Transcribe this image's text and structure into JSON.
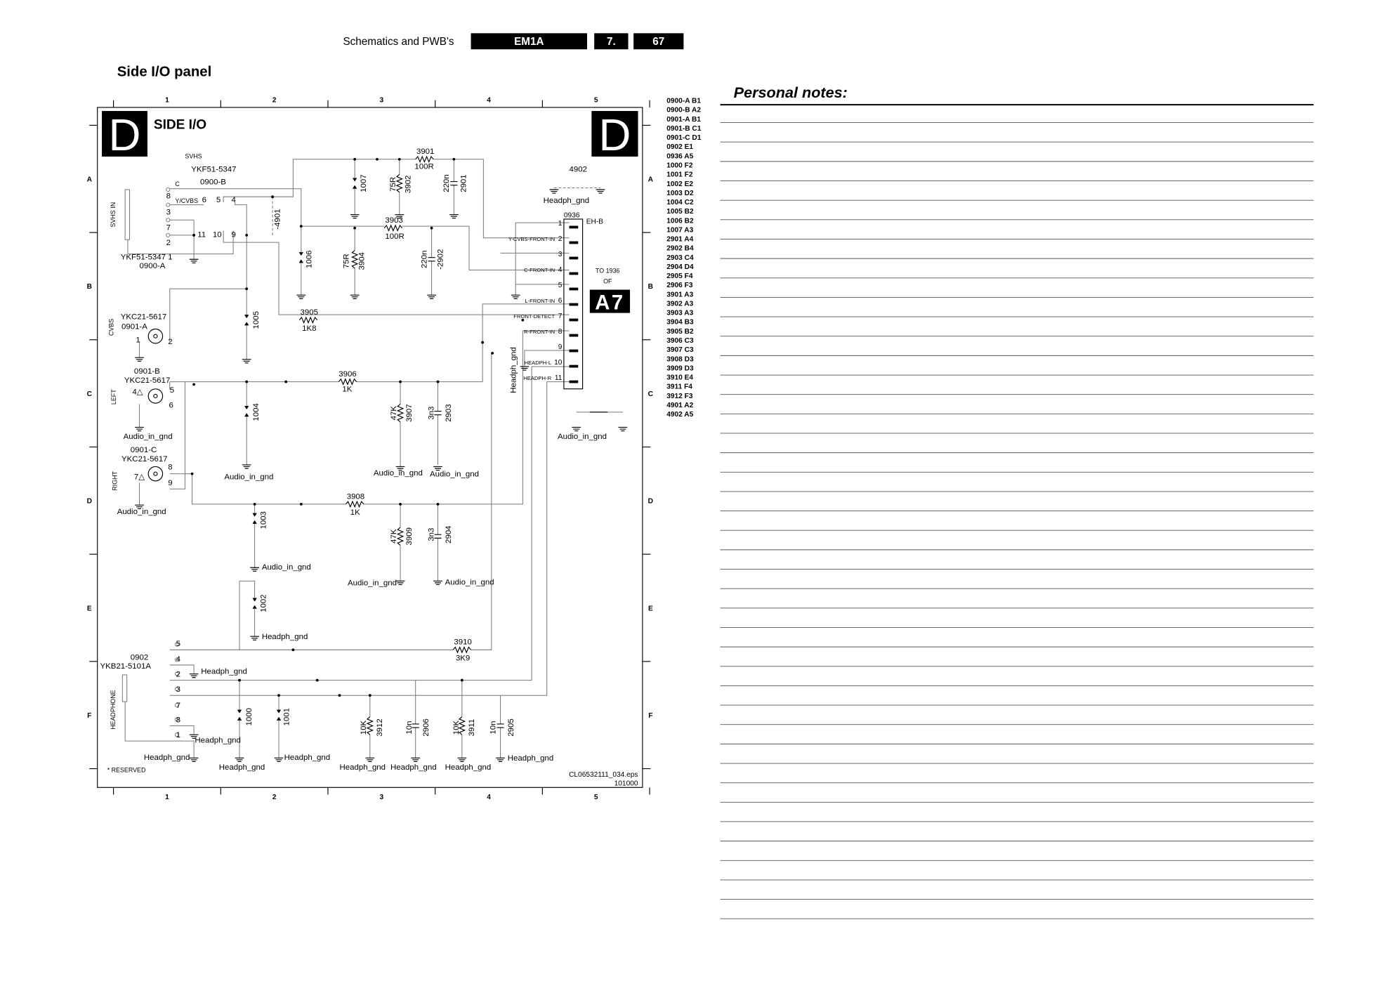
{
  "header": {
    "section": "Schematics and PWB's",
    "model": "EM1A",
    "chapter": "7.",
    "page": "67"
  },
  "page_title": "Side I/O panel",
  "grid": {
    "columns": [
      "1",
      "2",
      "3",
      "4",
      "5"
    ],
    "rows": [
      "A",
      "B",
      "C",
      "D",
      "E",
      "F"
    ]
  },
  "schematic": {
    "badge": "D",
    "title": "SIDE I/O",
    "target_badge": "A7",
    "to": "TO  1936",
    "of": "OF",
    "file": "CL06532111_034.eps",
    "date": "101000",
    "reserved": "* RESERVED",
    "connector": {
      "ref": "0936",
      "type": "EH-B",
      "pins": [
        {
          "n": "1",
          "label": ""
        },
        {
          "n": "2",
          "label": "Y-CVBS-FRONT-IN"
        },
        {
          "n": "3",
          "label": ""
        },
        {
          "n": "4",
          "label": "C-FRONT-IN"
        },
        {
          "n": "5",
          "label": ""
        },
        {
          "n": "6",
          "label": "L-FRONT-IN"
        },
        {
          "n": "7",
          "label": "FRONT-DETECT"
        },
        {
          "n": "8",
          "label": "R-FRONT-IN"
        },
        {
          "n": "9",
          "label": ""
        },
        {
          "n": "10",
          "label": "HEADPH-L"
        },
        {
          "n": "11",
          "label": "HEADPH-R"
        }
      ]
    },
    "labels": {
      "svhs": "SVHS",
      "ykf51": "YKF51-5347",
      "j0900b": "0900-B",
      "pin_c": "C",
      "ycvbs": "Y/CVBS",
      "ykf51_1": "YKF51-5347  1",
      "j0900a": "0900-A",
      "svhs_in": "SVHS IN",
      "r4901": "-4901",
      "n1": "1",
      "n2": "2",
      "n3": "3",
      "n4": "4",
      "n4tri": "4△",
      "n5": "5",
      "n6": "6",
      "n7": "7",
      "n7tri": "7△",
      "n8": "8",
      "n9": "9",
      "n10": "10",
      "n11": "11",
      "c1000": "1000",
      "c1001": "1001",
      "c1002": "1002",
      "c1003": "1003",
      "c1004": "1004",
      "c1005": "1005",
      "c1006": "1006",
      "c1007": "1007",
      "r3901": "3901",
      "r3902": "3902",
      "r3903": "3903",
      "r3904": "3904",
      "r3905": "3905",
      "r3906": "3906",
      "r3907": "3907",
      "r3908": "3908",
      "r3909": "3909",
      "r3910": "3910",
      "r3911": "3911",
      "r3912": "3912",
      "c2901": "2901",
      "c2902": "-2902",
      "c2903": "2903",
      "c2904": "2904",
      "c2905": "2905",
      "c2906": "2906",
      "v100r": "100R",
      "v75r": "75R",
      "v220n": "220n",
      "v1k8": "1K8",
      "v1k": "1K",
      "v47k": "47K",
      "v3n3": "3n3",
      "v3k9": "3K9",
      "v10k": "10K",
      "v10n": "10n",
      "j4902": "4902",
      "headph_gnd": "Headph_gnd",
      "audio_in_gnd": "Audio_in_gnd",
      "ykc21": "YKC21-5617",
      "j0901a": "0901-A",
      "j0901b": "0901-B",
      "j0901c": "0901-C",
      "cvbs": "CVBS",
      "left": "LEFT",
      "right": "RIGHT",
      "j0902": "0902",
      "ykb21": "YKB21-5101A",
      "headphone": "HEADPHONE"
    }
  },
  "reference_list": [
    "0900-A B1",
    "0900-B A2",
    "0901-A B1",
    "0901-B C1",
    "0901-C D1",
    "0902 E1",
    "0936 A5",
    "1000 F2",
    "1001 F2",
    "1002 E2",
    "1003 D2",
    "1004 C2",
    "1005 B2",
    "1006 B2",
    "1007 A3",
    "2901 A4",
    "2902 B4",
    "2903 C4",
    "2904 D4",
    "2905 F4",
    "2906 F3",
    "3901 A3",
    "3902 A3",
    "3903 A3",
    "3904 B3",
    "3905 B2",
    "3906 C3",
    "3907 C3",
    "3908 D3",
    "3909 D3",
    "3910 E4",
    "3911 F4",
    "3912 F3",
    "4901 A2",
    "4902 A5"
  ],
  "notes": {
    "title": "Personal notes:"
  }
}
